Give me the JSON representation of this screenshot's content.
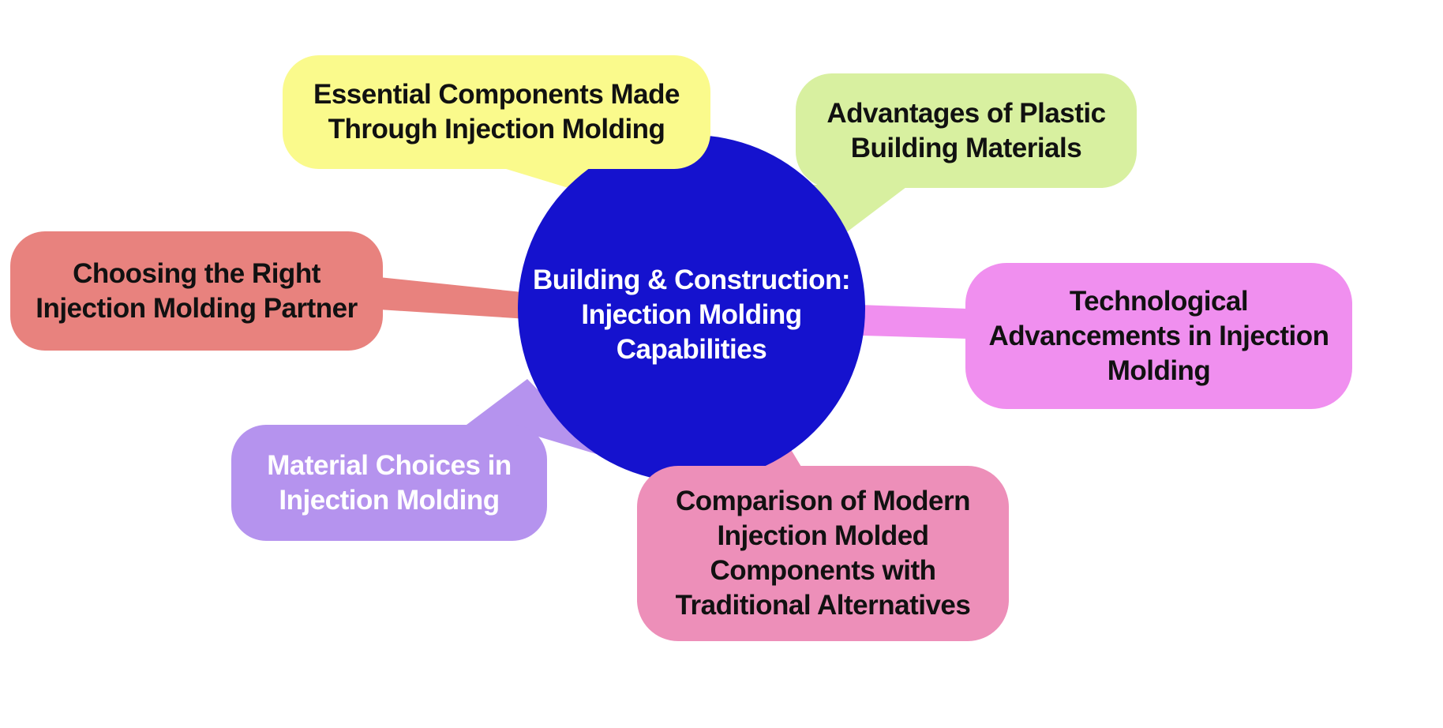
{
  "diagram": {
    "title": "Building & Construction: Injection Molding Capabilities",
    "background_color": "#FFFFFF",
    "center": {
      "id": "central-topic",
      "label_lines": [
        "Building & Construction:",
        "Injection Molding",
        "Capabilities"
      ],
      "color": "#1512CE",
      "text_color": "#FFFFFF"
    },
    "nodes": [
      {
        "id": "essential-components",
        "position": "top-left",
        "color": "#FAFA8C",
        "text_color": "#111111",
        "label_lines": [
          "Essential Components Made",
          "Through Injection Molding"
        ]
      },
      {
        "id": "advantages-plastic-materials",
        "position": "top-right",
        "color": "#D8F0A0",
        "text_color": "#111111",
        "label_lines": [
          "Advantages of Plastic",
          "Building Materials"
        ]
      },
      {
        "id": "choosing-partner",
        "position": "left",
        "color": "#E8827E",
        "text_color": "#111111",
        "label_lines": [
          "Choosing the Right",
          "Injection Molding Partner"
        ]
      },
      {
        "id": "technological-advancements",
        "position": "right",
        "color": "#F08FEF",
        "text_color": "#111111",
        "label_lines": [
          "Technological",
          "Advancements in Injection",
          "Molding"
        ]
      },
      {
        "id": "material-choices",
        "position": "bottom-left",
        "color": "#B593EE",
        "text_color": "#FFFFFF",
        "label_lines": [
          "Material Choices in",
          "Injection Molding"
        ]
      },
      {
        "id": "comparison-modern-traditional",
        "position": "bottom",
        "color": "#ED8FB9",
        "text_color": "#111111",
        "label_lines": [
          "Comparison of Modern",
          "Injection Molded",
          "Components with",
          "Traditional Alternatives"
        ]
      }
    ]
  }
}
